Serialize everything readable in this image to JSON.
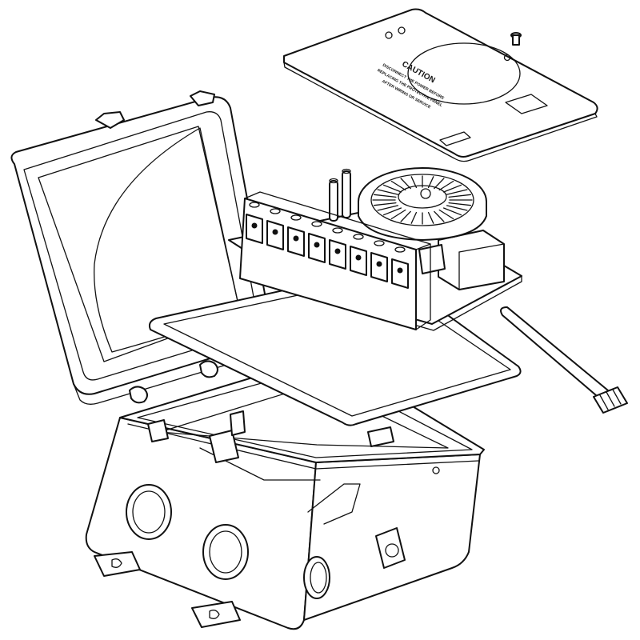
{
  "cover_plate": {
    "caption_title": "CAUTION",
    "caption_line1": "DISCONNECT THE POWER BEFORE",
    "caption_line2": "REPLACING THE PROTECTIVE PANEL",
    "caption_line3": "AFTER WIRING OR SERVICE"
  },
  "terminal_block": {
    "terminal_count": 8
  },
  "colors": {
    "line": "#111111",
    "fill": "#ffffff"
  }
}
